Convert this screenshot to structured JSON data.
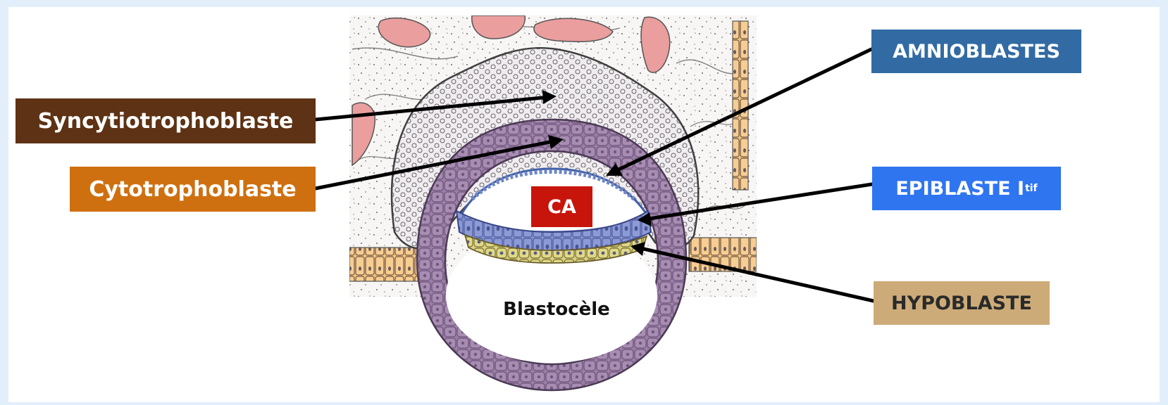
{
  "labels": {
    "syncytiotrophoblaste": "Syncytiotrophoblaste",
    "cytotrophoblaste": "Cytotrophoblaste",
    "amnioblastes": "AMNIOBLASTES",
    "epiblaste": "EPIBLASTE I",
    "epiblaste_sup": "tif",
    "hypoblaste": "HYPOBLASTE",
    "ca": "CA",
    "blastocele": "Blastocèle"
  },
  "colors": {
    "syncytiotrophoblaste": "#5e3214",
    "cytotrophoblaste": "#cf7010",
    "amnioblastes": "#326ba3",
    "epiblaste": "#2f75f0",
    "hypoblaste": "#cdab78",
    "ca": "#c8150b",
    "background": "#e3eefb"
  }
}
